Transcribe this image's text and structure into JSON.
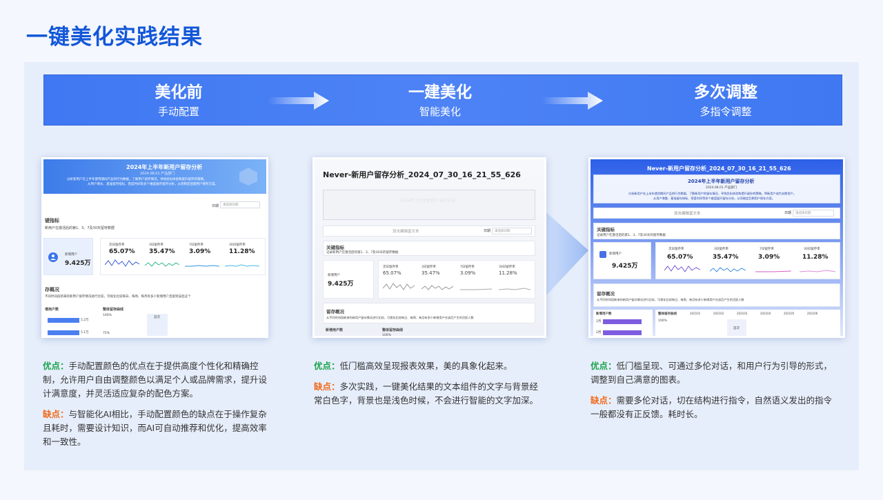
{
  "page_title": "一键美化实践结果",
  "banner": {
    "steps": [
      {
        "title": "美化前",
        "subtitle": "手动配置"
      },
      {
        "title": "一建美化",
        "subtitle": "智能美化"
      },
      {
        "title": "多次调整",
        "subtitle": "多指令调整"
      }
    ]
  },
  "shot1": {
    "title": "2024年上半年新用户留存分析",
    "date": "2024.08.01 产品部门",
    "intro1": "分析新用户在上半年使用期间产品的行为数据，了解用户留存情况，寻找优化体验和提升留存的策略。",
    "intro2": "从用户增长、基准留存指标、密度时间等多个维度展开留存分析，从而制定后期用户保存方案。",
    "section1": "键指标",
    "section1_sub": "新用户在激活后的第1、3、7及30天留存数据",
    "filter_label": "日期",
    "filter_placeholder": "请选择日期",
    "kpi_main_label": "新增用户",
    "kpi_main_value": "9.425万",
    "kpis": [
      {
        "label": "次日留存率",
        "value": "65.07%"
      },
      {
        "label": "3日留存率",
        "value": "35.47%"
      },
      {
        "label": "7日留存率",
        "value": "3.09%"
      },
      {
        "label": "30日留存率",
        "value": "11.28%"
      }
    ],
    "section2": "存概况",
    "section2_sub": "不同时间段新来的新用户留存情况进行比较，可视化比较每日、每周、每月有多少新增用户且留到该后这个",
    "sub1": "增用户数",
    "sub2": "整体留存曲线",
    "bar_values": [
      "5.2万",
      "5.1万"
    ],
    "pct": [
      "100%",
      "75%"
    ],
    "tag": "首次"
  },
  "shot2": {
    "title": "Never-新用户留存分析_2024_07_30_16_21_55_626",
    "blurred_title": "2024年上半年新用户留存分析",
    "edit_placeholder": "双击编辑富文本",
    "filter_label": "日期",
    "filter_placeholder": "请选择日期",
    "section1": "关键指标",
    "section1_sub": "记录新用户在激活后的第1、3、7及30天的留存数据",
    "kpi_main_label": "新增用户",
    "kpi_main_value": "9.425万",
    "kpis": [
      {
        "label": "次日留存率",
        "value": "65.07%"
      },
      {
        "label": "3日留存率",
        "value": "35.47%"
      },
      {
        "label": "7日留存率",
        "value": "3.09%"
      },
      {
        "label": "30日留存率",
        "value": "11.28%"
      }
    ],
    "section2": "留存概况",
    "section2_sub": "从不同时间段新来的新用户留存情况进行比较，可视化比较每日、每周、每月有多少新增用户在该后产生的活跃人数",
    "sub1": "新增用户数",
    "sub2": "整体留存曲线",
    "pct": "100%"
  },
  "shot3": {
    "title": "Never-新用户留存分析_2024_07_30_16_21_55_626",
    "header": "2024年上半年新用户留存分析",
    "date": "2024.08.01 产品部门",
    "intro1": "分析新用户在上半年使用期间产品的行为数据，了解新用户的留存情况，寻找优化体验和提升留存的策略，将新用户成为长期用户。",
    "intro2": "从用户增量、基准留存指标、密度时间等多个维度展开留存分析，从而制定后期用户保存方案。",
    "edit_placeholder": "双击编辑富文本",
    "filter_label": "日期",
    "filter_placeholder": "请选择日期",
    "section1": "关键指标",
    "section1_sub": "记录用户在激活后的第1、3、7及30天的留存数据",
    "kpi_main_label": "新增用户",
    "kpi_main_value": "9.425万",
    "kpis": [
      {
        "label": "次日留存率",
        "value": "65.07%"
      },
      {
        "label": "3日留存率",
        "value": "35.47%"
      },
      {
        "label": "7日留存率",
        "value": "3.09%"
      },
      {
        "label": "30日留存率",
        "value": "11.28%"
      }
    ],
    "section2": "留存概况",
    "section2_sub": "从不同时间段新来的新用户留存情况进行比较，可视化比较每日、每周、每月有多少新增用户在该后产生的活跃人数",
    "sub1": "新增用户数",
    "sub2": "整体留存曲线",
    "months": [
      "1月",
      "2月"
    ],
    "legend": [
      "202101",
      "202102",
      "202103",
      "202104",
      "202105",
      "202106"
    ],
    "pct": "100%",
    "tag": "首次"
  },
  "desc": [
    {
      "pro_label": "优点：",
      "pro_text": "手动配置颜色的优点在于提供高度个性化和精确控制，允许用户自由调整颜色以满足个人或品牌需求，提升设计满意度，并灵活适应复杂的配色方案。",
      "con_label": "缺点：",
      "con_text": "与智能化AI相比，手动配置颜色的缺点在于操作复杂且耗时，需要设计知识，而AI可自动推荐和优化，提高效率和一致性。"
    },
    {
      "pro_label": "优点：",
      "pro_text": "低门槛高效呈现报表效果，美的具象化起来。",
      "con_label": "缺点：",
      "con_text": "多次实践，一键美化结果的文本组件的文字与背景经常白色字，背景也是浅色时候，不会进行智能的文字加深。"
    },
    {
      "pro_label": "优点：",
      "pro_text": "低门槛呈现、可通过多伦对话，和用户行为引导的形式，调整到自己满意的图表。",
      "con_label": "缺点：",
      "con_text": "需要多伦对话，切在结构进行指令，自然语义发出的指令一般都没有正反馈。耗时长。"
    }
  ],
  "colors": {
    "title_blue": "#1257d8",
    "banner_blue": "#4a80f3",
    "pro_green": "#1aa34a",
    "con_orange": "#f06a1a"
  }
}
